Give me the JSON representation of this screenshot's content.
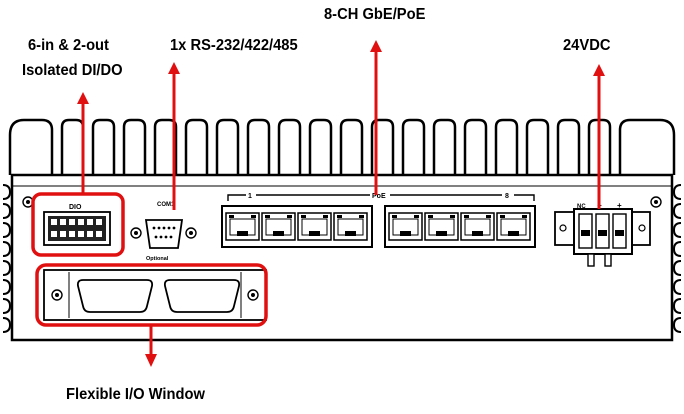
{
  "callouts": {
    "dio": [
      "6-in & 2-out",
      "Isolated DI/DO"
    ],
    "serial": "1x RS-232/422/485",
    "lan": "8-CH GbE/PoE",
    "power": "24VDC",
    "flex": "Flexible I/O Window"
  },
  "panel_labels": {
    "dio": "DIO",
    "com": "COM1",
    "com_option": "Optional",
    "poe_start": "1",
    "poe_mid": "PoE",
    "poe_end": "8",
    "power_pins": [
      "NC",
      "−",
      "+"
    ]
  },
  "colors": {
    "highlight": "#e01010",
    "arrow": "#e01010",
    "outline": "#000000"
  }
}
